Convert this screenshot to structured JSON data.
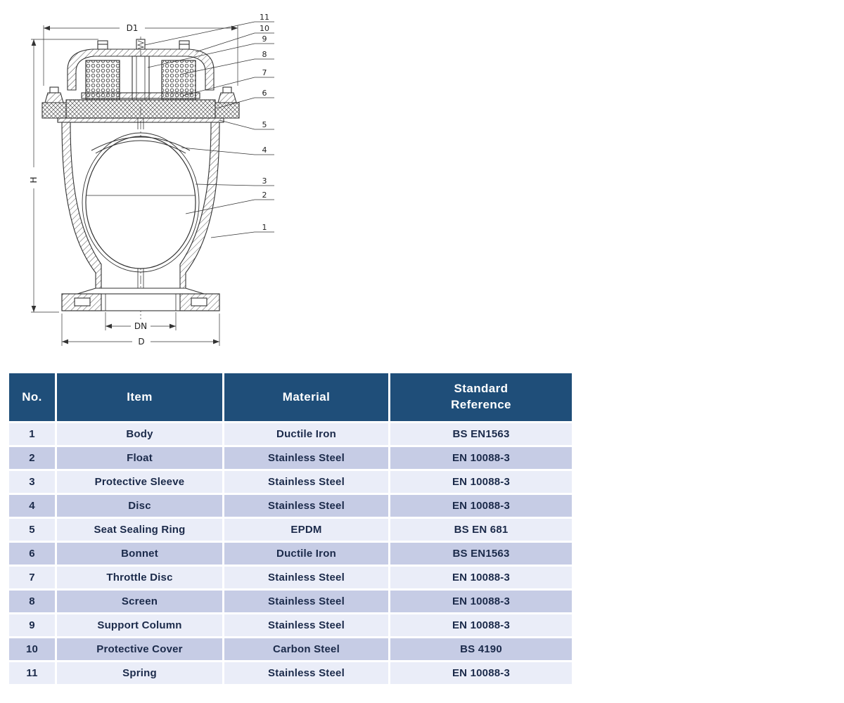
{
  "colors": {
    "header_bg": "#1f4e79",
    "row_light": "#eaedf8",
    "row_dark": "#c6cce5",
    "line": "#333333"
  },
  "diagram": {
    "dimension_labels": {
      "d1": "D1",
      "h": "H",
      "dn": "DN",
      "d": "D"
    },
    "callouts": [
      "11",
      "10",
      "9",
      "8",
      "7",
      "6",
      "5",
      "4",
      "3",
      "2",
      "1"
    ]
  },
  "table": {
    "headers": [
      "No.",
      "Item",
      "Material",
      "Standard Reference"
    ],
    "rows": [
      {
        "no": "1",
        "item": "Body",
        "material": "Ductile Iron",
        "standard": "BS EN1563"
      },
      {
        "no": "2",
        "item": "Float",
        "material": "Stainless Steel",
        "standard": "EN 10088-3"
      },
      {
        "no": "3",
        "item": "Protective Sleeve",
        "material": "Stainless Steel",
        "standard": "EN 10088-3"
      },
      {
        "no": "4",
        "item": "Disc",
        "material": "Stainless Steel",
        "standard": "EN 10088-3"
      },
      {
        "no": "5",
        "item": "Seat Sealing Ring",
        "material": "EPDM",
        "standard": "BS EN 681"
      },
      {
        "no": "6",
        "item": "Bonnet",
        "material": "Ductile Iron",
        "standard": "BS EN1563"
      },
      {
        "no": "7",
        "item": "Throttle Disc",
        "material": "Stainless Steel",
        "standard": "EN 10088-3"
      },
      {
        "no": "8",
        "item": "Screen",
        "material": "Stainless Steel",
        "standard": "EN 10088-3"
      },
      {
        "no": "9",
        "item": "Support Column",
        "material": "Stainless Steel",
        "standard": "EN 10088-3"
      },
      {
        "no": "10",
        "item": "Protective Cover",
        "material": "Carbon Steel",
        "standard": "BS 4190"
      },
      {
        "no": "11",
        "item": "Spring",
        "material": "Stainless Steel",
        "standard": "EN 10088-3"
      }
    ]
  }
}
